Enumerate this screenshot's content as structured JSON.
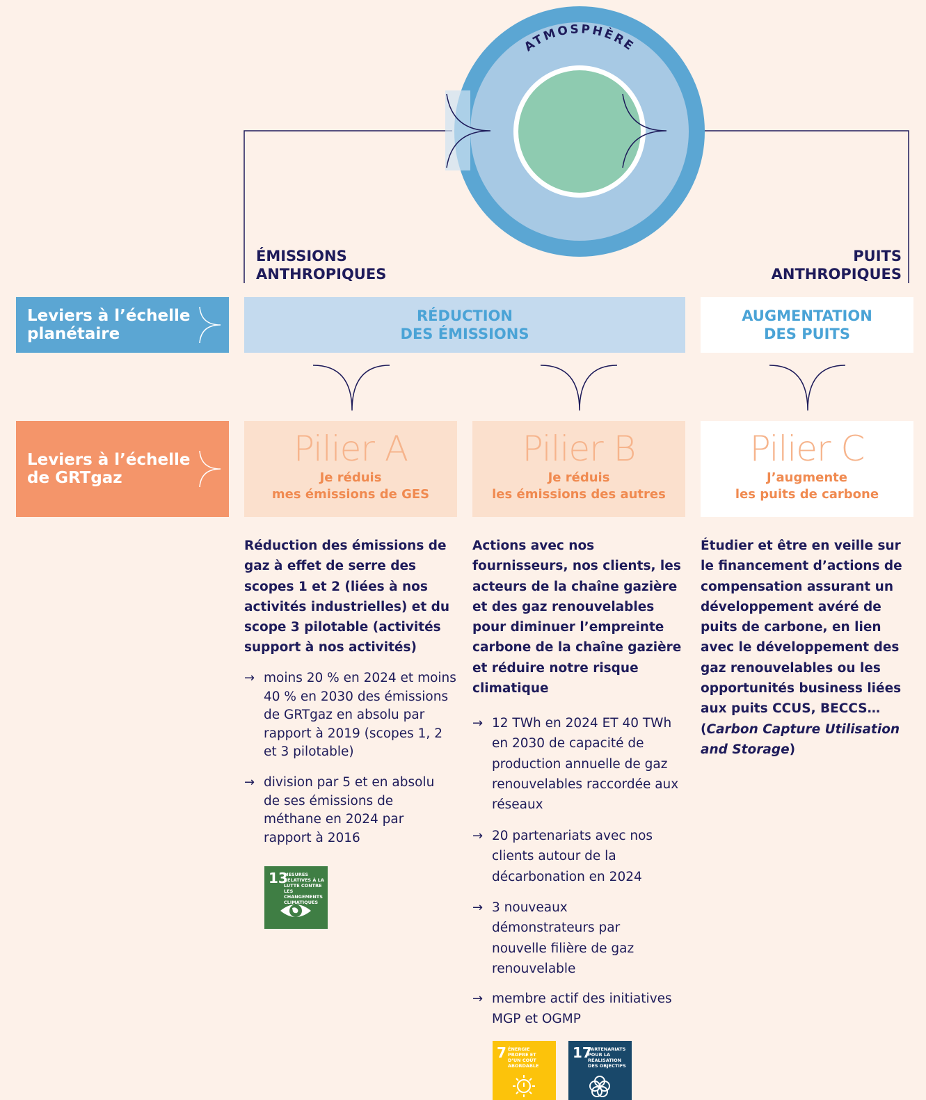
{
  "atmosphere": {
    "label": "ATMOSPHÈRE"
  },
  "flows": {
    "emissions": "ÉMISSIONS\nANTHROPIQUES",
    "sinks": "PUITS\nANTHROPIQUES"
  },
  "levers": {
    "planetary": "Leviers à l’échelle\nplanétaire",
    "grtgaz": "Leviers à l’échelle\nde GRTgaz"
  },
  "categories": {
    "reduction": "RÉDUCTION\nDES ÉMISSIONS",
    "increase": "AUGMENTATION\nDES PUITS"
  },
  "pillars": [
    {
      "title": "Pilier A",
      "subtitle": "Je réduis\nmes émissions de GES",
      "description": "Réduction des émissions de gaz à effet de serre des scopes 1 et 2 (liées à nos activités industrielles) et du scope 3 pilotable (activités support à nos activités)",
      "bullets": [
        "moins 20 % en 2024 et moins 40 % en 2030 des émissions de GRTgaz en absolu par rapport à 2019 (scopes 1, 2 et 3 pilotable)",
        "division par 5 et en absolu de ses émissions de méthane en 2024 par rapport à 2016"
      ]
    },
    {
      "title": "Pilier B",
      "subtitle": "Je réduis\nles émissions des autres",
      "description": "Actions avec nos fournisseurs, nos clients, les acteurs de la chaîne gazière et des gaz renouvelables pour diminuer l’empreinte carbone de la chaîne gazière et réduire notre risque climatique",
      "bullets": [
        "12 TWh en 2024 ET 40 TWh en 2030 de capacité de production annuelle de gaz renouvelables raccordée aux réseaux",
        "20 partenariats avec nos clients autour de la décarbonation en 2024",
        "3 nouveaux démonstrateurs par nouvelle filière de gaz renouvelable",
        "membre actif des initiatives MGP et OGMP"
      ]
    },
    {
      "title": "Pilier C",
      "subtitle": "J’augmente\nles puits de carbone",
      "description": "Étudier et être en veille sur le financement d’actions de compensation assurant un développement avéré de puits de carbone, en lien avec le développement des gaz renouvelables ou les opportunités business liées aux puits CCUS, BECCS…",
      "description_paren_open": "(",
      "description_italic": "Carbon Capture Utilisation and Storage",
      "description_paren_close": ")"
    }
  ],
  "sdg": [
    {
      "number": "13",
      "text": "MESURES RELATIVES À LA LUTTE CONTRE LES CHANGEMENTS CLIMATIQUES",
      "color": "#3f7e44",
      "icon": "eye-globe-icon"
    },
    {
      "number": "7",
      "text": "ÉNERGIE PROPRE ET D’UN COÛT ABORDABLE",
      "color": "#fcc30b",
      "icon": "sun-power-icon"
    },
    {
      "number": "17",
      "text": "PARTENARIATS POUR LA RÉALISATION DES OBJECTIFS",
      "color": "#19486a",
      "icon": "flower-rings-icon"
    }
  ],
  "colors": {
    "navy": "#1e1b5a",
    "lightBlue": "#c4daee",
    "blue": "#5ba6d3",
    "orange": "#f4956a",
    "peach": "#fbe0cd",
    "green": "#8ecbb0",
    "pillarTitle": "#f6b48c",
    "pillarSub": "#f08a50",
    "categoryText": "#4aa3d6"
  }
}
